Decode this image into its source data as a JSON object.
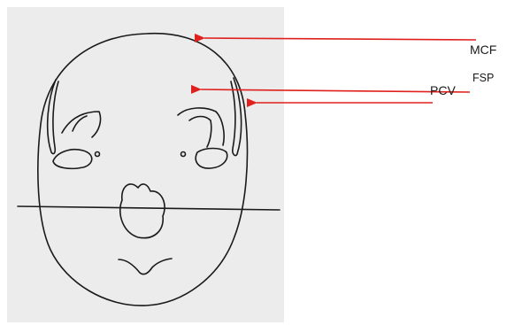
{
  "labels": {
    "mcf": "MCF",
    "fsp": "FSP",
    "pcv": "PCV"
  },
  "colors": {
    "panel": "#ececec",
    "drawing": "#1a1a1a",
    "arrow": "#e0201c"
  }
}
